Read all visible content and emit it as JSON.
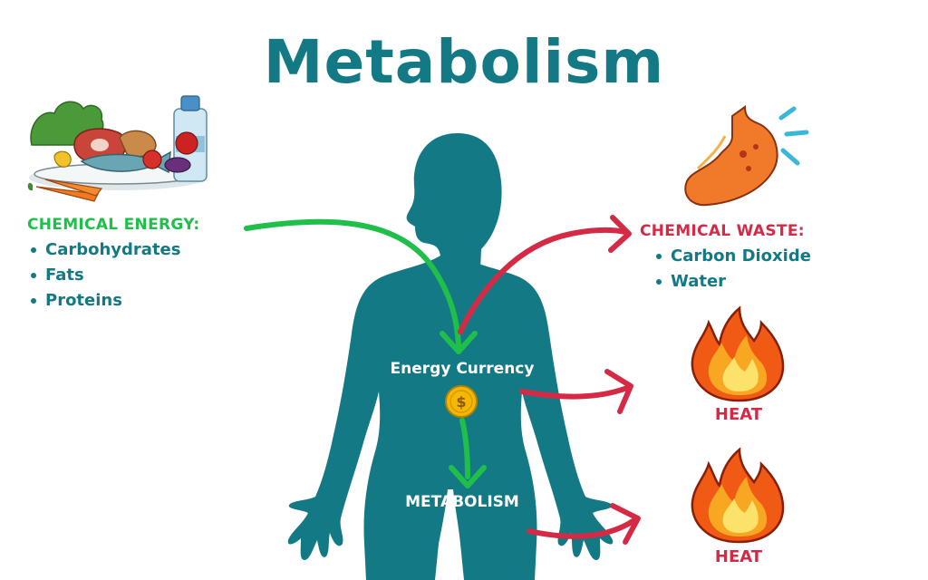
{
  "title": "Metabolism",
  "colors": {
    "teal": "#137a85",
    "green": "#1fbf4a",
    "red": "#d42a45",
    "white": "#ffffff",
    "coin": "#f5b800"
  },
  "input": {
    "heading": "CHEMICAL ENERGY:",
    "items": [
      "Carbohydrates",
      "Fats",
      "Proteins"
    ],
    "icon": "food-plate-icon"
  },
  "waste": {
    "heading": "CHEMICAL WASTE:",
    "items": [
      "Carbon Dioxide",
      "Water"
    ],
    "icon": "stomach-icon"
  },
  "body": {
    "energy_label": "Energy Currency",
    "coin_symbol": "$",
    "metabolism_label": "METABOLISM"
  },
  "heat": [
    {
      "label": "HEAT",
      "icon": "fire-icon"
    },
    {
      "label": "HEAT",
      "icon": "fire-icon"
    }
  ]
}
